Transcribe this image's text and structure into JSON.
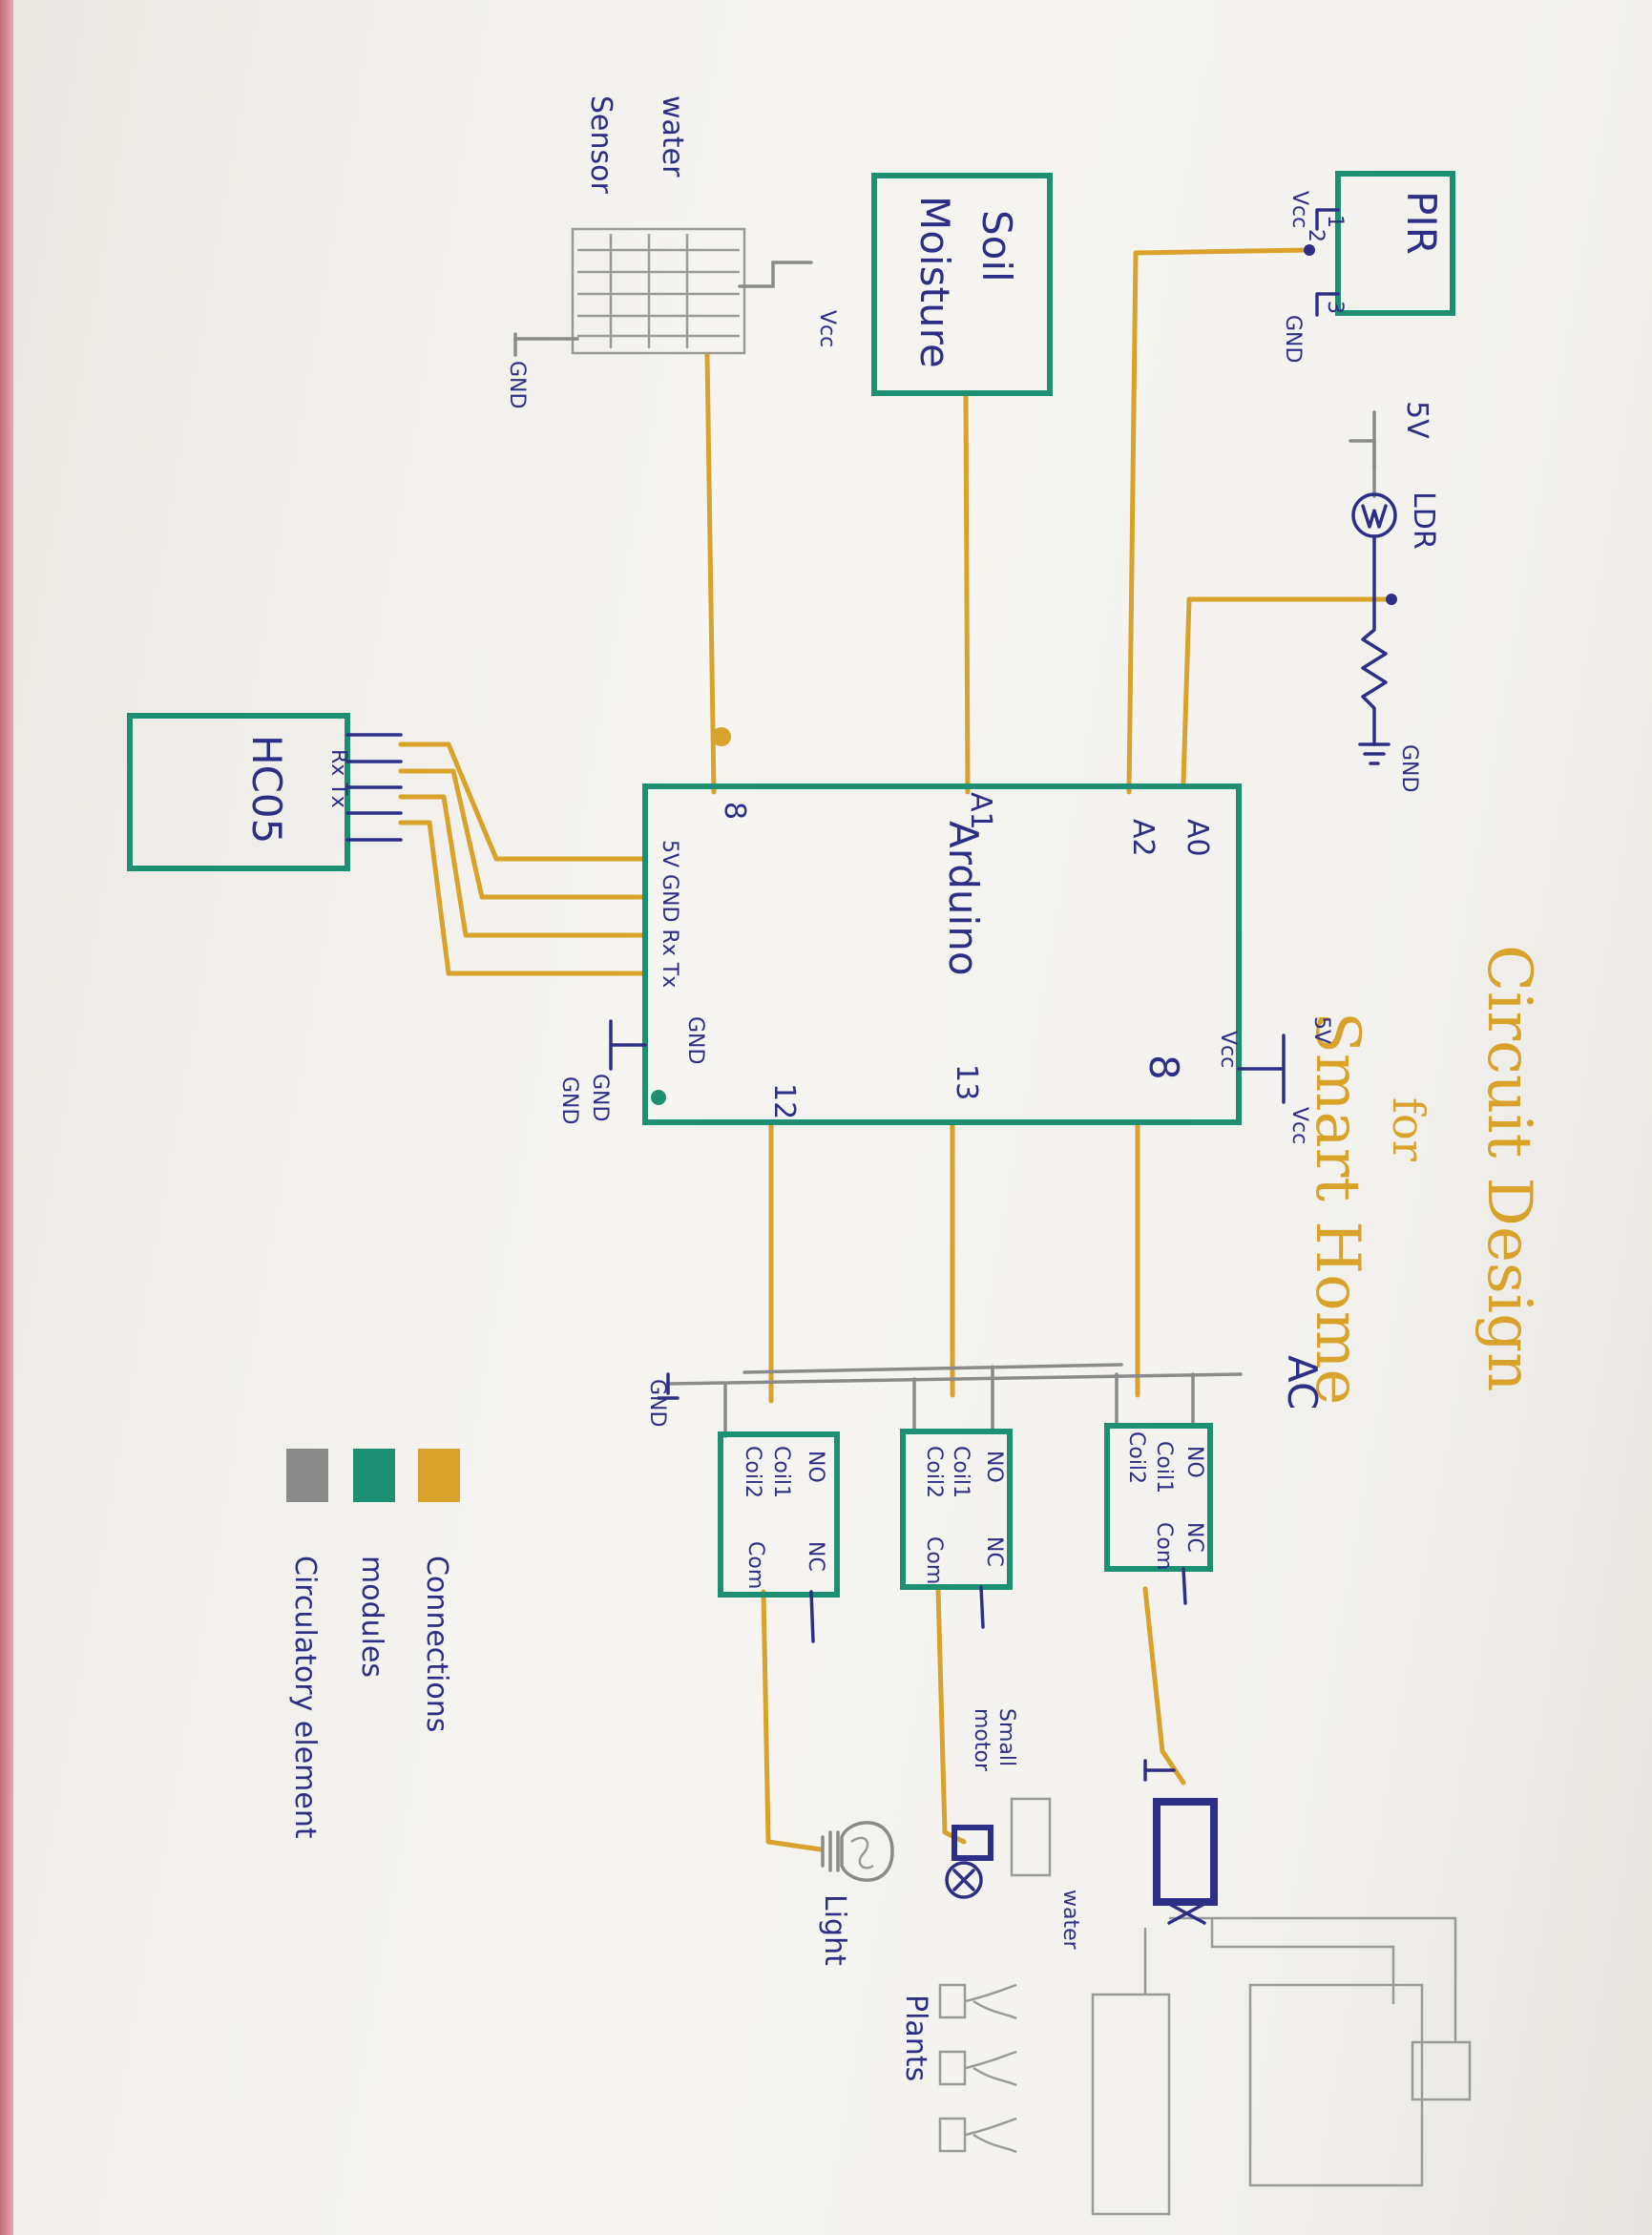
{
  "title": {
    "line1": "Circuit Design",
    "line2": "for",
    "line3": "Smart Home"
  },
  "modules": {
    "pir": "PIR",
    "soil": {
      "line1": "Soil",
      "line2": "Moisture"
    },
    "water_sensor": {
      "line1": "water",
      "line2": "Sensor"
    },
    "arduino": "Arduino",
    "bluetooth": "HC05",
    "ldr": "LDR"
  },
  "pins": {
    "pir_vcc": "Vcc",
    "pir_gnd": "GND",
    "pir_1": "1",
    "pir_2": "2",
    "pir_3": "3",
    "ldr_5v": "5V",
    "ldr_gnd": "GND",
    "water_vcc": "Vcc",
    "water_gnd": "GND",
    "a0": "A0",
    "a2": "A2",
    "a1": "A1",
    "d8": "8",
    "d12": "12",
    "d13": "13",
    "d8b": "8",
    "vcc": "Vcc",
    "gnd": "GND",
    "five_v": "5V",
    "header": "5V GND Rx Tx",
    "hc_pins": "Rx Tx",
    "ext_gnd": "GND",
    "ext_gnd2": "GND",
    "power_5v": "5V",
    "power_vcc": "Vcc",
    "relay_gnd": "GND",
    "ac": "AC"
  },
  "relays": [
    {
      "no": "NO",
      "nc": "NC",
      "coil1": "Coil1",
      "coil2": "Coil2",
      "com": "Com"
    },
    {
      "no": "NO",
      "nc": "NC",
      "coil1": "Coil1",
      "coil2": "Coil2",
      "com": "Com"
    },
    {
      "no": "NO",
      "nc": "NC",
      "coil1": "Coil1",
      "coil2": "Coil2",
      "com": "Com"
    }
  ],
  "loads": {
    "light": "Light",
    "small_motor": {
      "line1": "Small",
      "line2": "motor"
    },
    "water": "water",
    "plants": "Plants"
  },
  "legend": [
    {
      "label": "Connections",
      "color": "#d9a22b"
    },
    {
      "label": "modules",
      "color": "#1d8f73"
    },
    {
      "label": "Circulatory element",
      "color": "#8a8a8a"
    }
  ]
}
